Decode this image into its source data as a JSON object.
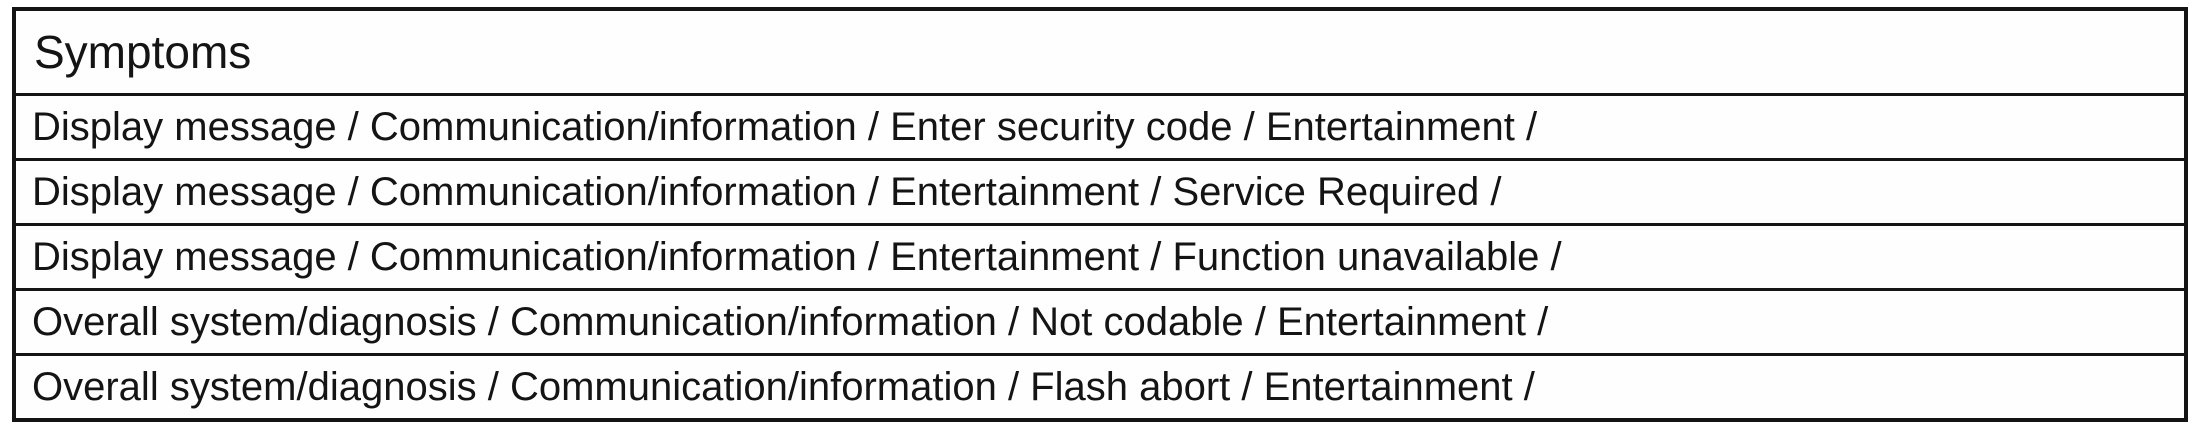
{
  "page": {
    "background_color": "#ffffff",
    "border_color": "#141414",
    "text_color": "#141414"
  },
  "table": {
    "header": "Symptoms",
    "rows": [
      "Display message / Communication/information / Enter security code / Entertainment /",
      "Display message / Communication/information / Entertainment / Service Required /",
      "Display message / Communication/information / Entertainment / Function unavailable /",
      "Overall system/diagnosis / Communication/information / Not codable / Entertainment /",
      "Overall system/diagnosis / Communication/information / Flash abort / Entertainment /"
    ]
  }
}
